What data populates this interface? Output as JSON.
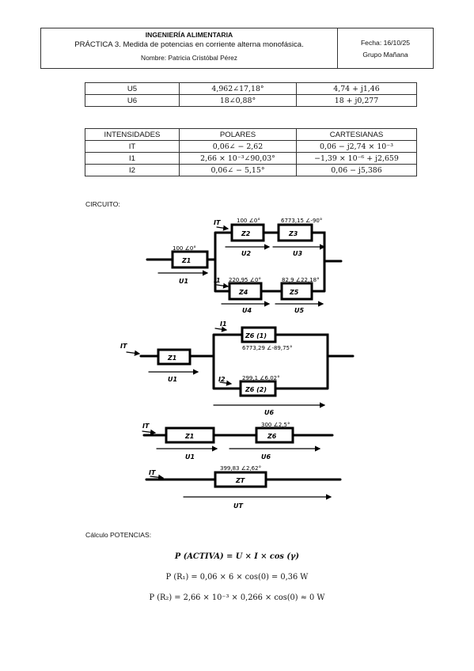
{
  "header": {
    "title": "INGENIERÍA ALIMENTARIA",
    "subtitle": "PRÁCTICA 3. Medida de potencias en corriente alterna monofásica.",
    "name": "Nombre: Patricia Cristóbal Pérez",
    "date": "Fecha: 16/10/25",
    "group": "Grupo Mañana"
  },
  "voltages": [
    {
      "label": "U5",
      "polar": "4,962∠17,18°",
      "cartesian": "4,74 + j1,46"
    },
    {
      "label": "U6",
      "polar": "18∠0,88°",
      "cartesian": "18 + j0,277"
    }
  ],
  "intensities": {
    "headers": [
      "INTENSIDADES",
      "POLARES",
      "CARTESIANAS"
    ],
    "rows": [
      {
        "label": "IT",
        "polar": "0,06∠ − 2,62",
        "cartesian": "0,06 − j2,74 × 10⁻³"
      },
      {
        "label": "I1",
        "polar": "2,66 × 10⁻³∠90,03°",
        "cartesian": "−1,39 × 10⁻⁶ + j2,659"
      },
      {
        "label": "I2",
        "polar": "0,06∠ − 5,15°",
        "cartesian": "0,06 − j5,386"
      }
    ]
  },
  "circuit_label": "CIRCUITO:",
  "circuit": {
    "d1": {
      "z1_val": "100 ∠0°",
      "z1": "Z1",
      "u1": "U1",
      "it": "IT",
      "i1": "I1",
      "z2_val": "100 ∠0°",
      "z2": "Z2",
      "u2": "U2",
      "z3_val": "6773,15 ∠-90°",
      "z3": "Z3",
      "u3": "U3",
      "z4_val": "220,95 ∠0°",
      "z4": "Z4",
      "u4": "U4",
      "z5_val": "82,9 ∠22,18°",
      "z5": "Z5",
      "u5": "U5"
    },
    "d2": {
      "it": "IT",
      "i1": "I1",
      "i2": "I2",
      "z1": "Z1",
      "u1": "U1",
      "z61": "Z6 (1)",
      "z61_val": "6773,29 ∠-89,75°",
      "z62": "Z6 (2)",
      "z62_val": "299,1 ∠6,02°",
      "u6": "U6"
    },
    "d3": {
      "it": "IT",
      "z1": "Z1",
      "u1": "U1",
      "z6_val": "300 ∠2,5°",
      "z6": "Z6",
      "u6": "U6"
    },
    "d4": {
      "it": "IT",
      "zt_val": "399,83 ∠2,62°",
      "zt": "ZT",
      "ut": "UT"
    }
  },
  "potencias_label": "Cálculo POTENCIAS:",
  "formulas": {
    "activa": "P (ACTIVA) = U × I × cos (γ)",
    "r1": "P (R₁) = 0,06 × 6 × cos(0) = 0,36 W",
    "r2": "P (R₂) = 2,66 × 10⁻³ × 0,266 × cos(0) ≈ 0 W"
  }
}
